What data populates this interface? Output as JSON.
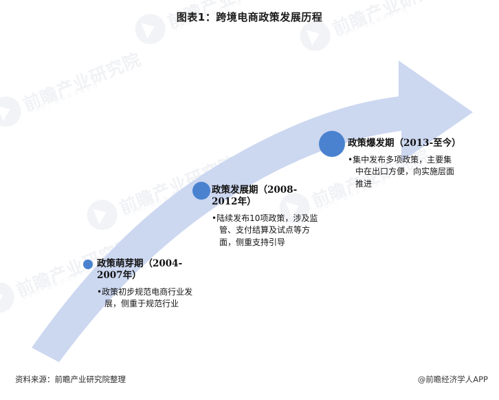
{
  "chart": {
    "title": "图表1：跨境电商政策发展历程",
    "type": "timeline-arrow",
    "arrow_color": "#ccd7f0",
    "marker_color": "#4a82d0"
  },
  "milestones": [
    {
      "heading": "政策萌芽期（2004-2007年）",
      "period_start": "2004",
      "period_end": "2007",
      "bullet": "政策初步规范电商行业发展，侧重于规范行业",
      "marker_size": 14
    },
    {
      "heading": "政策发展期（2008-2012年）",
      "period_start": "2008",
      "period_end": "2012",
      "bullet": "陆续发布10项政策，涉及监管、支付结算及试点等方面，侧重支持引导",
      "marker_size": 26
    },
    {
      "heading": "政策爆发期（2013-至今）",
      "period_start": "2013",
      "period_end": "至今",
      "bullet": "集中发布多项政策，主要集中在出口方便，向实施层面推进",
      "marker_size": 38
    }
  ],
  "footer": {
    "source": "资料来源：前瞻产业研究院整理",
    "app": "@前瞻经济学人APP"
  },
  "watermark": {
    "text": "前瞻产业研究院",
    "subtext": "专业的产业投资决策平台"
  }
}
